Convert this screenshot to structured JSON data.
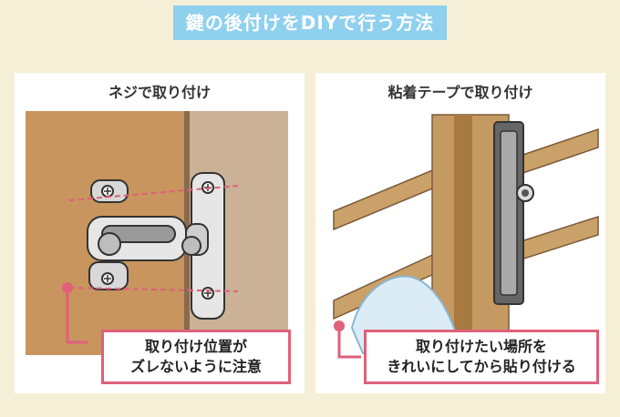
{
  "title": "鍵の後付けをDIYで行う方法",
  "left_panel": {
    "heading": "ネジで取り付け",
    "callout_line1": "取り付け位置が",
    "callout_line2": "ズレないように注意"
  },
  "right_panel": {
    "heading": "粘着テープで取り付け",
    "callout_line1": "取り付けたい場所を",
    "callout_line2": "きれいにしてから貼り付ける"
  },
  "colors": {
    "background": "#f6efd7",
    "title_bg": "#8fd0ef",
    "accent": "#e0607a",
    "wood": "#c8955e",
    "metal": "#c8c8c8"
  },
  "icons": [
    "screw-icon",
    "latch-icon",
    "cloth-icon"
  ]
}
